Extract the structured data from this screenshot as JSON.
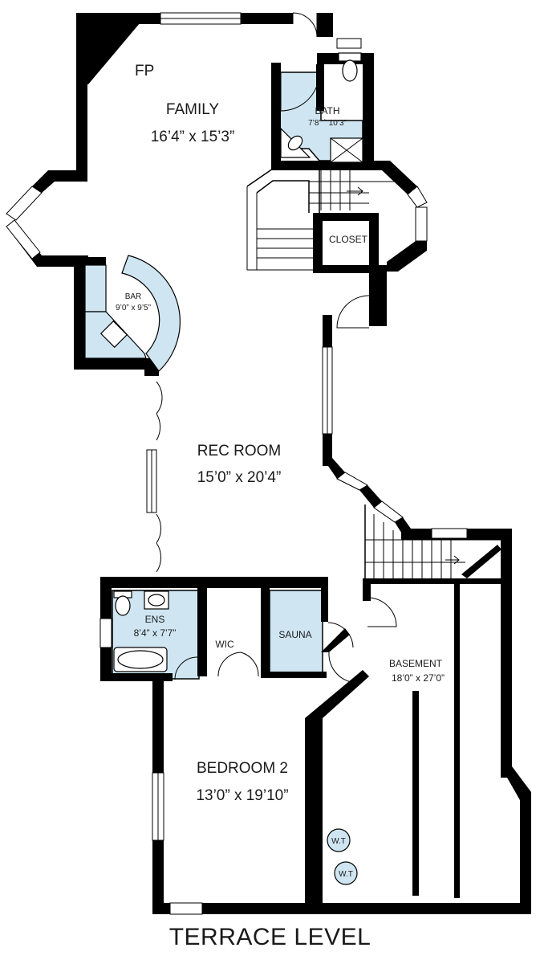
{
  "rooms": {
    "family": {
      "name": "FAMILY",
      "dims": "16’4” x 15’3”"
    },
    "bath": {
      "name": "BATH",
      "dims": "7’8” ` 10’3”"
    },
    "closet": {
      "name": "CLOSET"
    },
    "bar": {
      "name": "BAR",
      "dims": "9’0” x 9’5”"
    },
    "rec_room": {
      "name": "REC ROOM",
      "dims": "15’0” x 20’4”"
    },
    "ens": {
      "name": "ENS",
      "dims": "8’4” x 7’7”"
    },
    "wic": {
      "name": "WIC"
    },
    "sauna": {
      "name": "SAUNA"
    },
    "basement": {
      "name": "BASEMENT",
      "dims": "18’0” x 27’0”"
    },
    "bedroom2": {
      "name": "BEDROOM 2",
      "dims": "13’0” x 19’10”"
    }
  },
  "fixtures": {
    "fireplace": "FP",
    "water_tank_1": "W.T",
    "water_tank_2": "W.T"
  },
  "level_title": "TERRACE LEVEL",
  "colors": {
    "wall": "#000000",
    "wet_room_fill": "#cfe6f2",
    "background": "#ffffff"
  }
}
